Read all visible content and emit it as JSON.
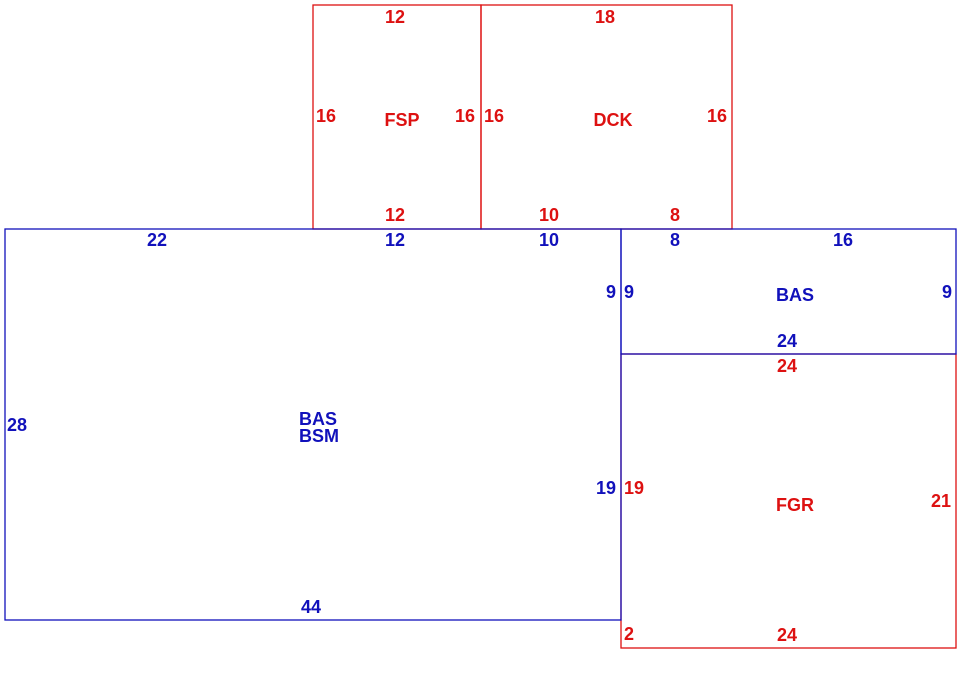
{
  "colors": {
    "red": "#dd1111",
    "blue": "#1111bb"
  },
  "areas": {
    "fsp": {
      "code": "FSP",
      "top": "12",
      "left": "16",
      "right": "16",
      "bottom": "12"
    },
    "dck": {
      "code": "DCK",
      "top": "18",
      "left": "16",
      "right": "16",
      "bottom_left": "10",
      "bottom_right": "8"
    },
    "main": {
      "code1": "BAS",
      "code2": "BSM",
      "top_a": "22",
      "top_b": "12",
      "top_c": "10",
      "left": "28",
      "right_upper": "9",
      "right_lower": "19",
      "bottom": "44"
    },
    "bas_small": {
      "code": "BAS",
      "top_a": "8",
      "top_b": "16",
      "left": "9",
      "right": "9",
      "bottom": "24"
    },
    "fgr": {
      "code": "FGR",
      "top": "24",
      "left": "19",
      "right": "21",
      "bottom": "24",
      "bottom_left": "2"
    }
  }
}
